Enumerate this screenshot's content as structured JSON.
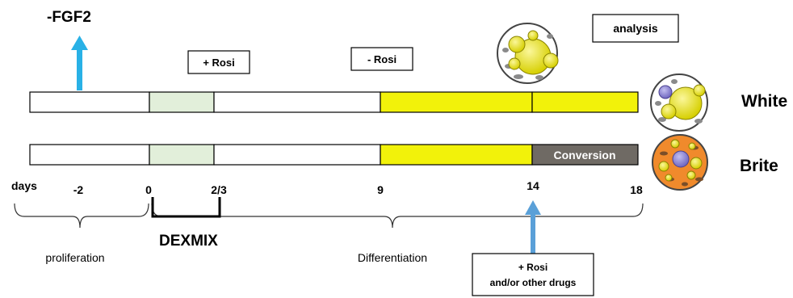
{
  "labels": {
    "fgf2": "-FGF2",
    "plus_rosi": "+ Rosi",
    "minus_rosi": "- Rosi",
    "analysis": "analysis",
    "white": "White",
    "brite": "Brite",
    "conversion": "Conversion",
    "days": "days",
    "dexmix": "DEXMIX",
    "proliferation": "proliferation",
    "differentiation": "Differentiation",
    "drugs_line1": "+ Rosi",
    "drugs_line2": "and/or other drugs"
  },
  "day_ticks": [
    "-2",
    "0",
    "2/3",
    "9",
    "14",
    "18"
  ],
  "colors": {
    "dexmix_phase": "#e2efda",
    "differentiation_phase": "#f2f20a",
    "conversion_phase": "#6f6a64",
    "fgf2_arrow": "#29b1e6",
    "drug_arrow": "#5aa0d8",
    "brite_cell": "#f08a2c",
    "lipid_droplet": "#e8e314",
    "nucleus": "#8e86d0"
  }
}
